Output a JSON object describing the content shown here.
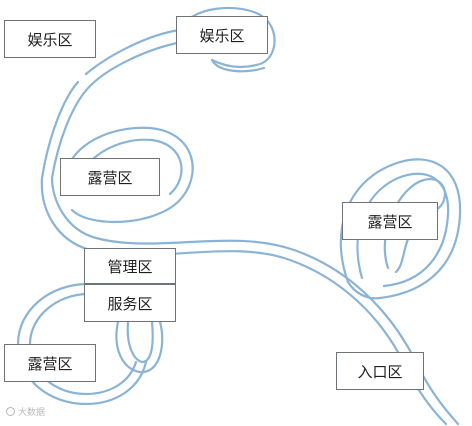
{
  "colors": {
    "path_stroke": "#8ab4d6",
    "box_border": "#6f7378",
    "text": "#1f1f1f"
  },
  "zones": {
    "entertainment_left": "娱乐区",
    "entertainment_right": "娱乐区",
    "camping_upper_left": "露营区",
    "camping_right": "露营区",
    "camping_lower_left": "露营区",
    "management": "管理区",
    "service": "服务区",
    "entrance": "入口区"
  },
  "watermark": {
    "icon": "camera-icon",
    "text": "大数据"
  }
}
